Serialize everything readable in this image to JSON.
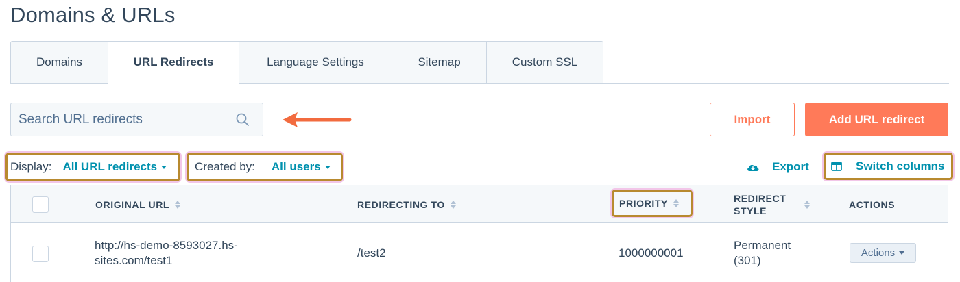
{
  "page": {
    "title": "Domains & URLs"
  },
  "tabs": [
    {
      "label": "Domains"
    },
    {
      "label": "URL Redirects",
      "active": true
    },
    {
      "label": "Language Settings"
    },
    {
      "label": "Sitemap"
    },
    {
      "label": "Custom SSL"
    }
  ],
  "search": {
    "placeholder": "Search URL redirects",
    "value": ""
  },
  "toolbar": {
    "import_label": "Import",
    "add_label": "Add URL redirect"
  },
  "filters": {
    "display_label": "Display:",
    "display_value": "All URL redirects",
    "created_by_label": "Created by:",
    "created_by_value": "All users"
  },
  "export_label": "Export",
  "switch_columns_label": "Switch columns",
  "table": {
    "columns": {
      "original_url": "ORIGINAL URL",
      "redirecting_to": "REDIRECTING TO",
      "priority": "PRIORITY",
      "redirect_style_line1": "REDIRECT",
      "redirect_style_line2": "STYLE",
      "actions": "ACTIONS"
    },
    "rows": [
      {
        "original_url_line1": "http://hs-demo-8593027.hs-",
        "original_url_line2": "sites.com/test1",
        "redirecting_to": "/test2",
        "priority": "1000000001",
        "style_line1": "Permanent",
        "style_line2": "(301)",
        "actions_label": "Actions"
      }
    ]
  },
  "colors": {
    "accent": "#ff7a59",
    "link": "#0091ae",
    "text": "#33475b",
    "highlight_border": "#b88a2f",
    "annotation_arrow": "#f26b3f"
  }
}
